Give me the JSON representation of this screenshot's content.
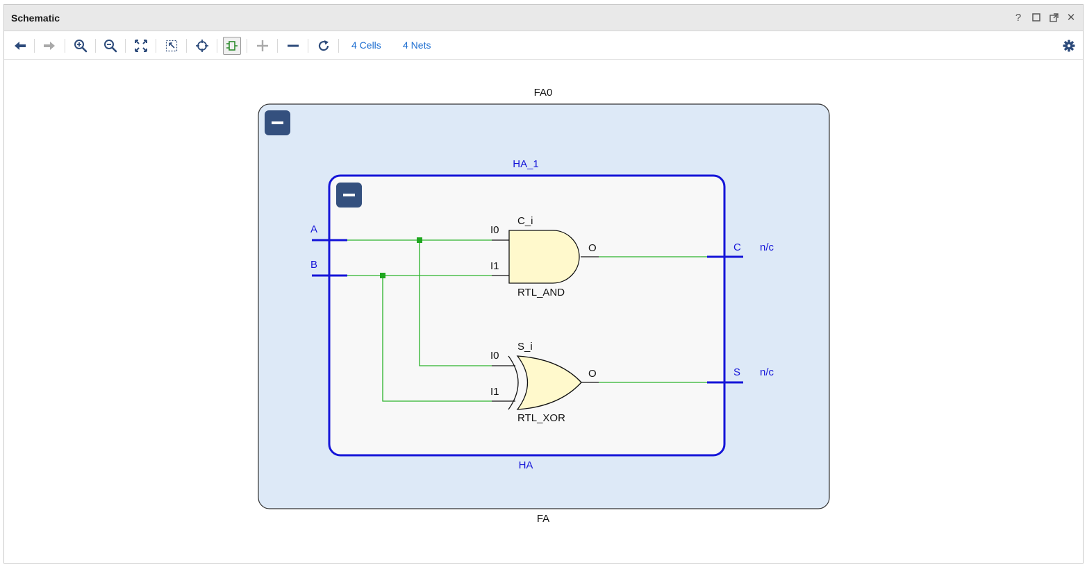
{
  "window": {
    "title": "Schematic",
    "help_glyph": "?",
    "close_glyph": "✕"
  },
  "toolbar": {
    "cells": "4 Cells",
    "nets": "4 Nets"
  },
  "schematic": {
    "outer": {
      "instance": "FA0",
      "module": "FA"
    },
    "inner": {
      "instance": "HA_1",
      "module": "HA"
    },
    "inputs": [
      "A",
      "B"
    ],
    "outputs": [
      {
        "name": "C",
        "status": "n/c"
      },
      {
        "name": "S",
        "status": "n/c"
      }
    ],
    "and_gate": {
      "instance": "C_i",
      "type": "RTL_AND",
      "pin_i0": "I0",
      "pin_i1": "I1",
      "pin_o": "O"
    },
    "xor_gate": {
      "instance": "S_i",
      "type": "RTL_XOR",
      "pin_i0": "I0",
      "pin_i1": "I1",
      "pin_o": "O"
    }
  },
  "colors": {
    "outer_fill": "#dde9f7",
    "inner_fill": "#f8f8f8",
    "hier_border": "#1414d8",
    "net": "#2bb32b",
    "gate_fill": "#fff9cc",
    "collapse_btn": "#34507e",
    "link": "#1f6fd1"
  }
}
